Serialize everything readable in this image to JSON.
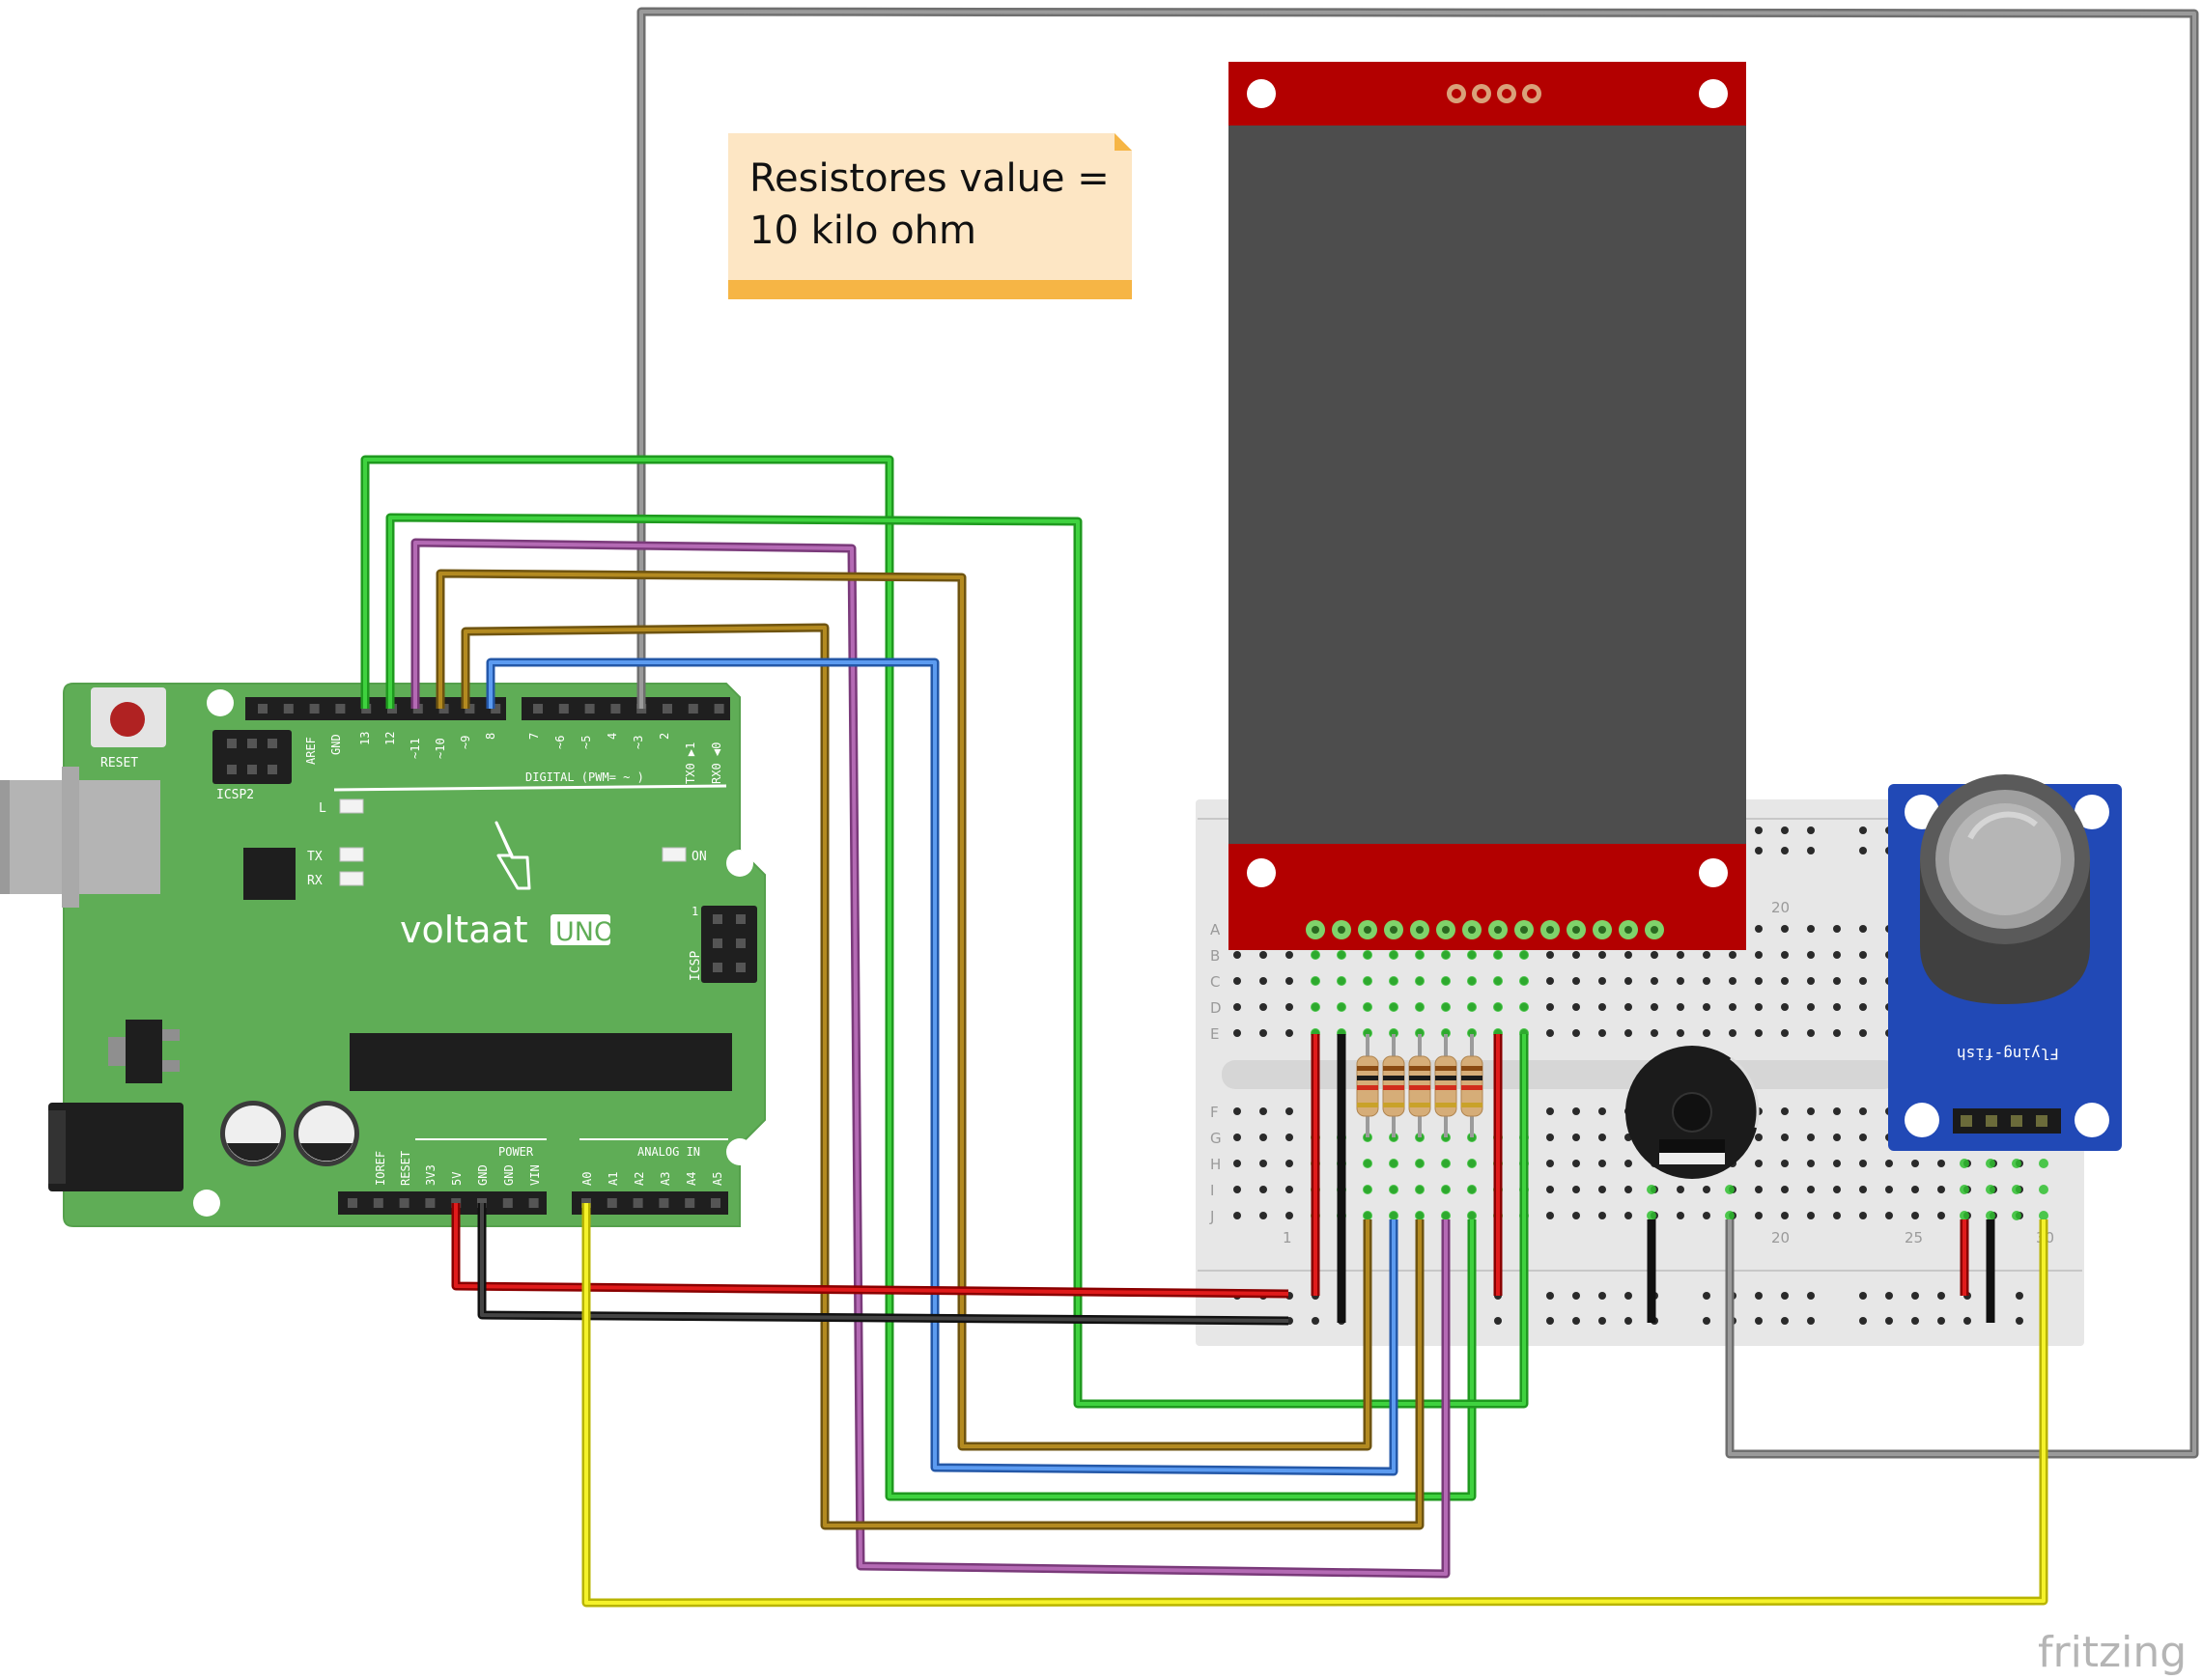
{
  "note": {
    "line1": "Resistores value =",
    "line2": "10 kilo ohm"
  },
  "arduino": {
    "brand": "voltaat",
    "model": "UNO",
    "reset_label": "RESET",
    "icsp2_label": "ICSP2",
    "icsp_label": "ICSP",
    "icsp_pin1": "1",
    "led_l": "L",
    "led_tx": "TX",
    "led_rx": "RX",
    "led_on": "ON",
    "digital_label": "DIGITAL (PWM= ~ )",
    "power_label": "POWER",
    "analog_label": "ANALOG IN",
    "digital_pins_left": [
      "AREF",
      "GND",
      "13",
      "12",
      "~11",
      "~10",
      "~9",
      "8"
    ],
    "digital_pins_right": [
      "7",
      "~6",
      "~5",
      "4",
      "~3",
      "2",
      "TX0 ▶1",
      "RX0 ◀0"
    ],
    "power_pins": [
      "IOREF",
      "RESET",
      "3V3",
      "5V",
      "GND",
      "GND",
      "VIN"
    ],
    "analog_pins": [
      "A0",
      "A1",
      "A2",
      "A3",
      "A4",
      "A5"
    ]
  },
  "breadboard": {
    "rows_top": [
      "A",
      "B",
      "C",
      "D",
      "E"
    ],
    "rows_bottom": [
      "F",
      "G",
      "H",
      "I",
      "J"
    ],
    "col_marks_top": [
      "20"
    ],
    "col_marks_bottom": [
      "1",
      "20",
      "25",
      "30"
    ]
  },
  "gas_sensor": {
    "brand": "Flying-fish"
  },
  "watermark": "fritzing",
  "colors": {
    "red_wire": "#d10000",
    "black_wire": "#222222",
    "green_wire": "#2fbf2f",
    "purple_wire": "#9b4f9b",
    "brown_wire": "#9a7415",
    "blue_wire": "#3f7fd6",
    "yellow_wire": "#f2ee1e",
    "gray_wire": "#8a8a8a",
    "arduino_board": "#5fad56",
    "lcd_frame": "#b30000",
    "lcd_screen": "#4d4d4d",
    "sensor_board": "#2149b6",
    "note_fill": "#fde6c4",
    "note_band": "#f6b545"
  }
}
